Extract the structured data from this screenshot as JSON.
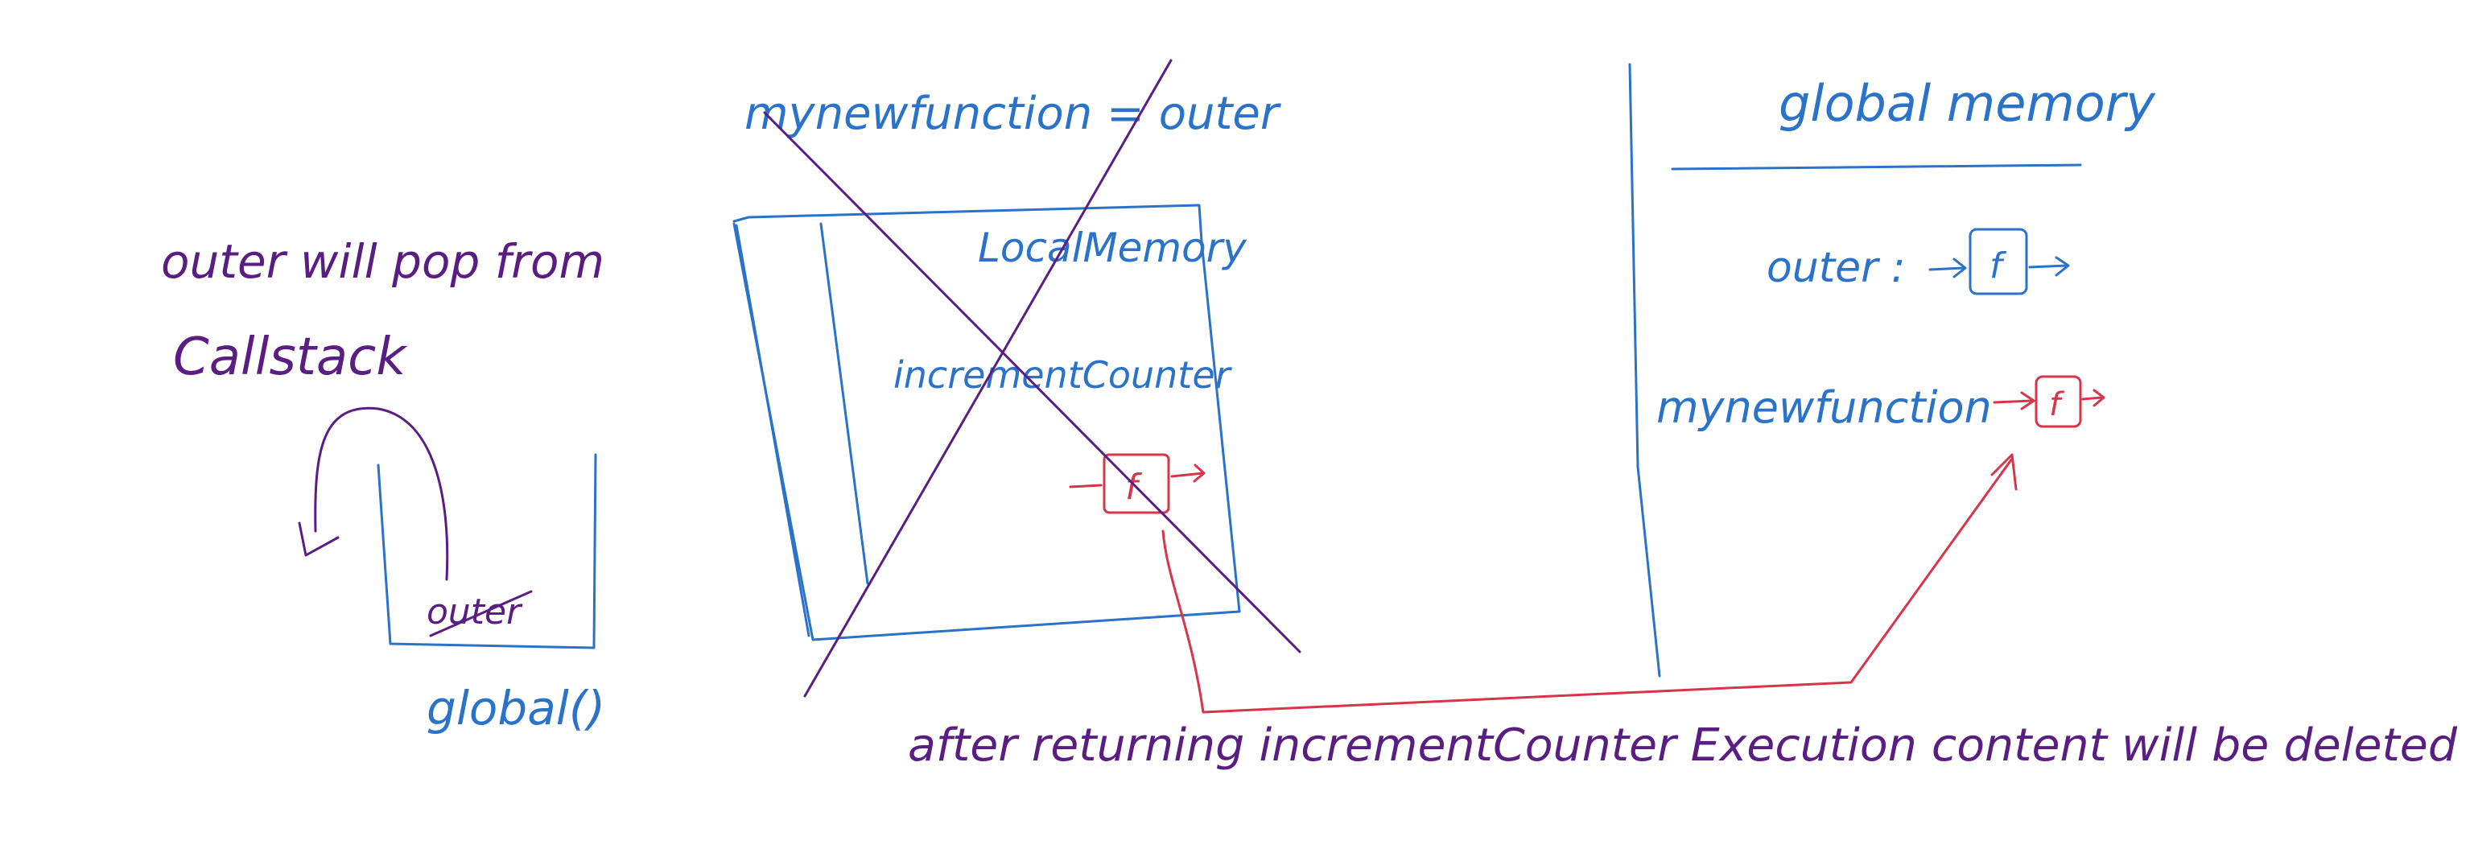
{
  "callstack": {
    "note_line1": "outer will pop from",
    "note_line2": "Callstack",
    "frame_label": "outer",
    "base_label": "global()"
  },
  "execution_context": {
    "assignment_label": "mynewfunction = outer",
    "local_memory_label": "LocalMemory",
    "binding_label": "incrementCounter",
    "function_box_label": "f"
  },
  "global_memory": {
    "title": "global memory",
    "outer_label": "outer :",
    "outer_function_label": "f",
    "mynewfunction_label": "mynewfunction",
    "mynewfunction_function_label": "f"
  },
  "footer": {
    "note": "after returning incrementCounter Execution content will be deleted"
  },
  "colors": {
    "purple_ink": "#5a1e82",
    "blue_ink": "#2a73c8",
    "red_ink": "#d8354a",
    "background": "#ffffff"
  }
}
